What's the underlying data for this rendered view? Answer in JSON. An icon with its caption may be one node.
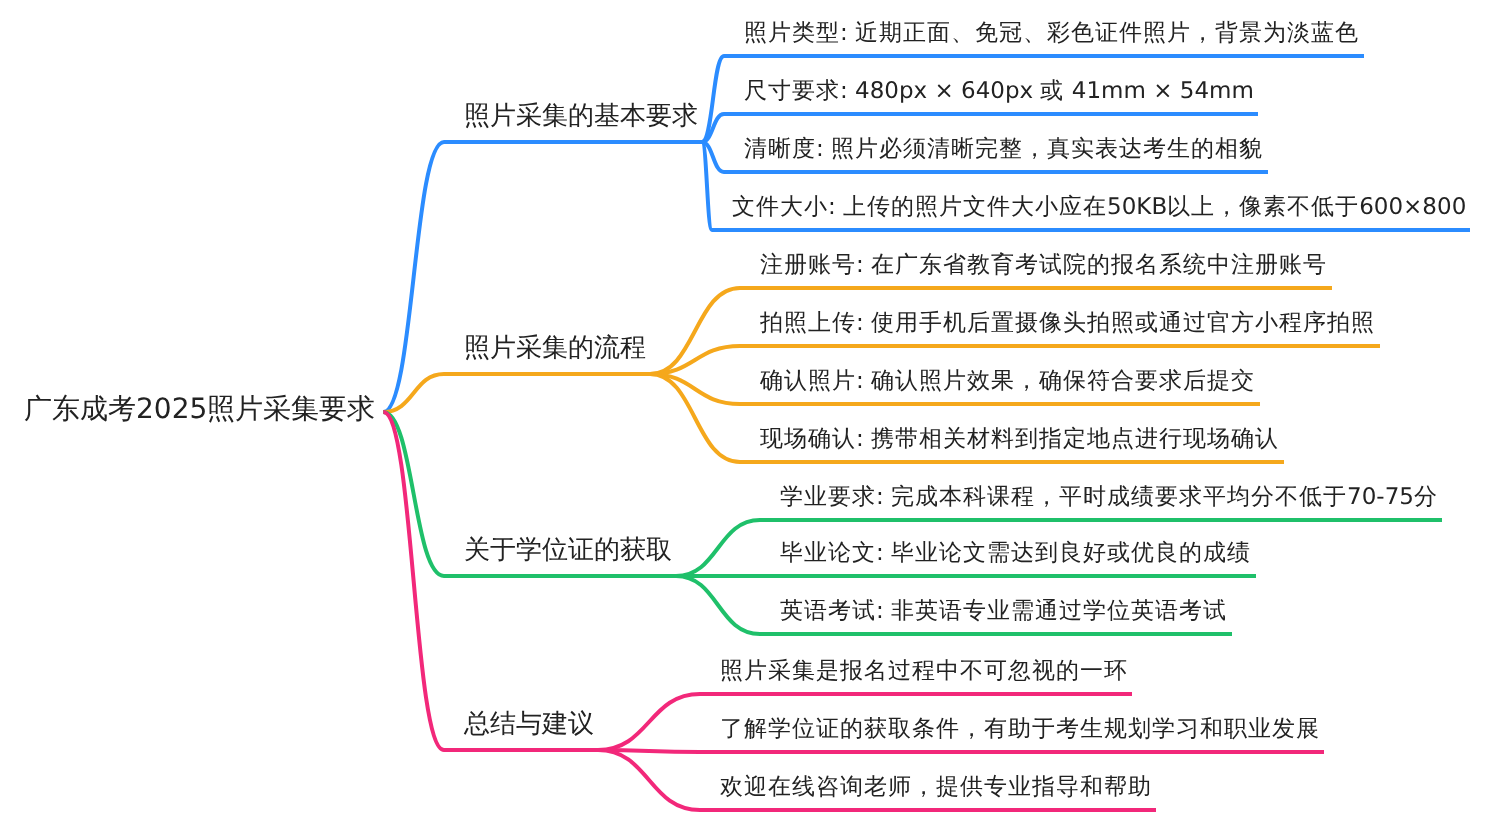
{
  "diagram": {
    "nodes": [
      {
        "text": [
          "广东成考2025照片采集要求"
        ]
      },
      {
        "text": [
          "照片采集的基本要求"
        ]
      },
      {
        "text": [
          "照片类型: 近期正面、免冠、彩色证件照片，背景为淡蓝色"
        ]
      },
      {
        "text": [
          "尺寸要求: 480px × 640px 或 41mm × 54mm"
        ]
      },
      {
        "text": [
          "清晰度: 照片必须清晰完整，真实表达考生的相貌"
        ]
      },
      {
        "text": [
          "文件大小: 上传的照片文件大小应在50KB以上，像素不低于600×800"
        ]
      },
      {
        "text": [
          "照片采集的流程"
        ]
      },
      {
        "text": [
          "注册账号: 在广东省教育考试院的报名系统中注册账号"
        ]
      },
      {
        "text": [
          "拍照上传: 使用手机后置摄像头拍照或通过官方小程序拍照"
        ]
      },
      {
        "text": [
          "确认照片: 确认照片效果，确保符合要求后提交"
        ]
      },
      {
        "text": [
          "现场确认: 携带相关材料到指定地点进行现场确认"
        ]
      },
      {
        "text": [
          "关于学位证的获取"
        ]
      },
      {
        "text": [
          "学业要求: 完成本科课程，平时成绩要求平均分不低于70-75分"
        ]
      },
      {
        "text": [
          "毕业论文: 毕业论文需达到良好或优良的成绩"
        ]
      },
      {
        "text": [
          "英语考试: 非英语专业需通过学位英语考试"
        ]
      },
      {
        "text": [
          "总结与建议"
        ]
      },
      {
        "text": [
          "照片采集是报名过程中不可忽视的一环"
        ]
      },
      {
        "text": [
          "了解学位证的获取条件，有助于考生规划学习和职业发展"
        ]
      },
      {
        "text": [
          "欢迎在线咨询老师，提供专业指导和帮助"
        ]
      }
    ],
    "edges": [
      {
        "from": 0,
        "to": 1,
        "arrow": "none",
        "color": "#2b8cff"
      },
      {
        "from": 0,
        "to": 6,
        "arrow": "none",
        "color": "#f5a81c"
      },
      {
        "from": 0,
        "to": 11,
        "arrow": "none",
        "color": "#1fc06a"
      },
      {
        "from": 0,
        "to": 15,
        "arrow": "none",
        "color": "#f2287a"
      },
      {
        "from": 1,
        "to": 2,
        "arrow": "none",
        "color": "#2b8cff"
      },
      {
        "from": 1,
        "to": 3,
        "arrow": "none",
        "color": "#2b8cff"
      },
      {
        "from": 1,
        "to": 4,
        "arrow": "none",
        "color": "#2b8cff"
      },
      {
        "from": 1,
        "to": 5,
        "arrow": "none",
        "color": "#2b8cff"
      },
      {
        "from": 6,
        "to": 7,
        "arrow": "none",
        "color": "#f5a81c"
      },
      {
        "from": 6,
        "to": 8,
        "arrow": "none",
        "color": "#f5a81c"
      },
      {
        "from": 6,
        "to": 9,
        "arrow": "none",
        "color": "#f5a81c"
      },
      {
        "from": 6,
        "to": 10,
        "arrow": "none",
        "color": "#f5a81c"
      },
      {
        "from": 11,
        "to": 12,
        "arrow": "none",
        "color": "#1fc06a"
      },
      {
        "from": 11,
        "to": 13,
        "arrow": "none",
        "color": "#1fc06a"
      },
      {
        "from": 11,
        "to": 14,
        "arrow": "none",
        "color": "#1fc06a"
      },
      {
        "from": 15,
        "to": 16,
        "arrow": "none",
        "color": "#f2287a"
      },
      {
        "from": 15,
        "to": 17,
        "arrow": "none",
        "color": "#f2287a"
      },
      {
        "from": 15,
        "to": 18,
        "arrow": "none",
        "color": "#f2287a"
      }
    ]
  }
}
